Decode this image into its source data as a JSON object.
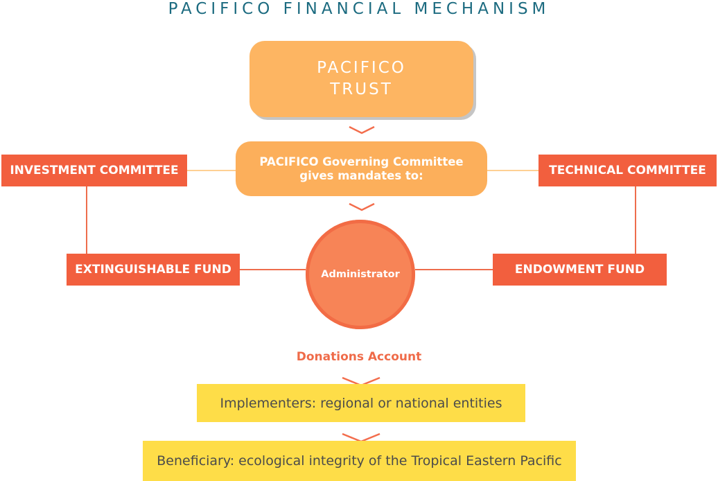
{
  "title": "PACIFICO FINANCIAL MECHANISM",
  "trust": {
    "line1": "PACIFICO",
    "line2": "TRUST"
  },
  "governing": {
    "line1": "PACIFICO Governing Committee",
    "line2": "gives mandates to:"
  },
  "investment_committee": "INVESTMENT COMMITTEE",
  "technical_committee": "TECHNICAL COMMITTEE",
  "extinguishable_fund": "EXTINGUISHABLE FUND",
  "endowment_fund": "ENDOWMENT FUND",
  "administrator": "Administrator",
  "donations_account": "Donations Account",
  "implementers": "Implementers: regional or national entities",
  "beneficiary": "Beneficiary: ecological integrity of the Tropical Eastern Pacific",
  "colors": {
    "title": "#1c6b80",
    "trust": "#fdb562",
    "governing": "#fcaf5b",
    "committee_fund": "#f25f3e",
    "administrator": "#f78457",
    "administrator_ring": "#f26c45",
    "donations_text": "#ef6b49",
    "implementers_beneficiary": "#fedd48",
    "orange_connector": "#fdc170",
    "red_connector": "#ee6d4c",
    "arrow": "#f36d4c"
  }
}
